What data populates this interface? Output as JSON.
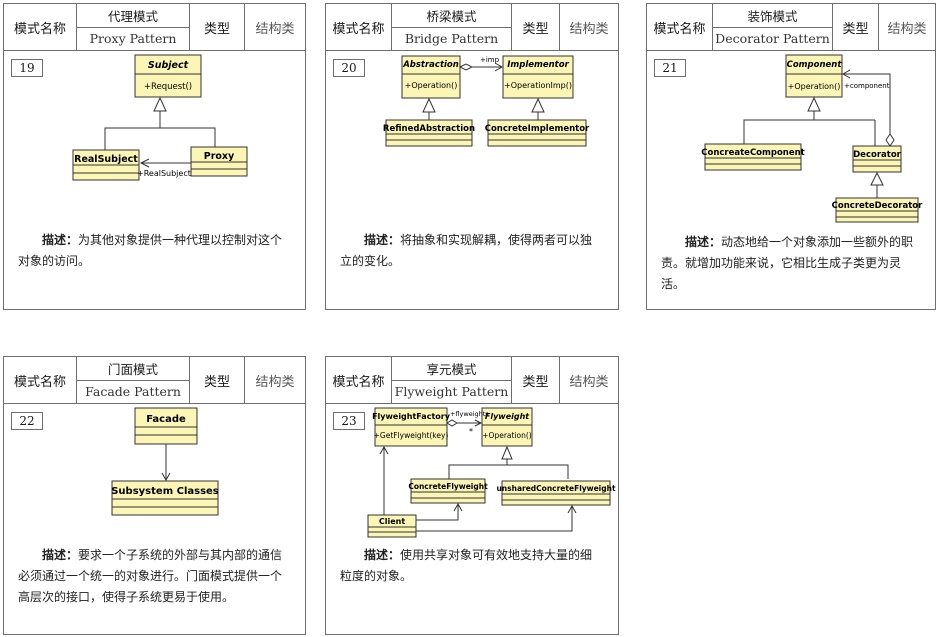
{
  "header": {
    "name_label": "模式名称",
    "type_label": "类型",
    "type_value": "结构类"
  },
  "desc_label": "描述：",
  "cards": [
    {
      "number": "19",
      "name_cn": "代理模式",
      "name_en": "Proxy Pattern",
      "desc": "为其他对象提供一种代理以控制对这个对象的访问。",
      "classes": {
        "subject": "Subject",
        "subject_op": "+Request()",
        "real": "RealSubject",
        "proxy": "Proxy"
      },
      "labels": {
        "assoc": "+RealSubject"
      }
    },
    {
      "number": "20",
      "name_cn": "桥梁模式",
      "name_en": "Bridge Pattern",
      "desc": "将抽象和实现解耦，使得两者可以独立的变化。",
      "classes": {
        "abstraction": "Abstraction",
        "abstraction_op": "+Operation()",
        "implementor": "Implementor",
        "implementor_op": "+OperationImp()",
        "refined": "RefinedAbstraction",
        "concrete": "ConcreteImplementor"
      },
      "labels": {
        "assoc": "+imp"
      }
    },
    {
      "number": "21",
      "name_cn": "装饰模式",
      "name_en": "Decorator Pattern",
      "desc": "动态地给一个对象添加一些额外的职责。就增加功能来说，它相比生成子类更为灵活。",
      "classes": {
        "component": "Component",
        "component_op": "+Operation()",
        "concrete": "ConcreateComponent",
        "decorator": "Decorator",
        "concrete_decorator": "ConcreteDecorator"
      },
      "labels": {
        "assoc": "+component"
      }
    },
    {
      "number": "22",
      "name_cn": "门面模式",
      "name_en": "Facade Pattern",
      "desc": "要求一个子系统的外部与其内部的通信必须通过一个统一的对象进行。门面模式提供一个高层次的接口，使得子系统更易于使用。",
      "classes": {
        "facade": "Facade",
        "subsystem": "Subsystem Classes"
      }
    },
    {
      "number": "23",
      "name_cn": "享元模式",
      "name_en": "Flyweight Pattern",
      "desc": "使用共享对象可有效地支持大量的细粒度的对象。",
      "classes": {
        "factory": "FlyweightFactory",
        "factory_op": "+GetFlyweight(key)",
        "flyweight": "Flyweight",
        "flyweight_op": "+Operation()",
        "concrete": "ConcreteFlyweight",
        "unshared": "unsharedConcreteFlyweight",
        "client": "Client"
      },
      "labels": {
        "assoc": "+flyweights",
        "mult": "*"
      }
    }
  ]
}
